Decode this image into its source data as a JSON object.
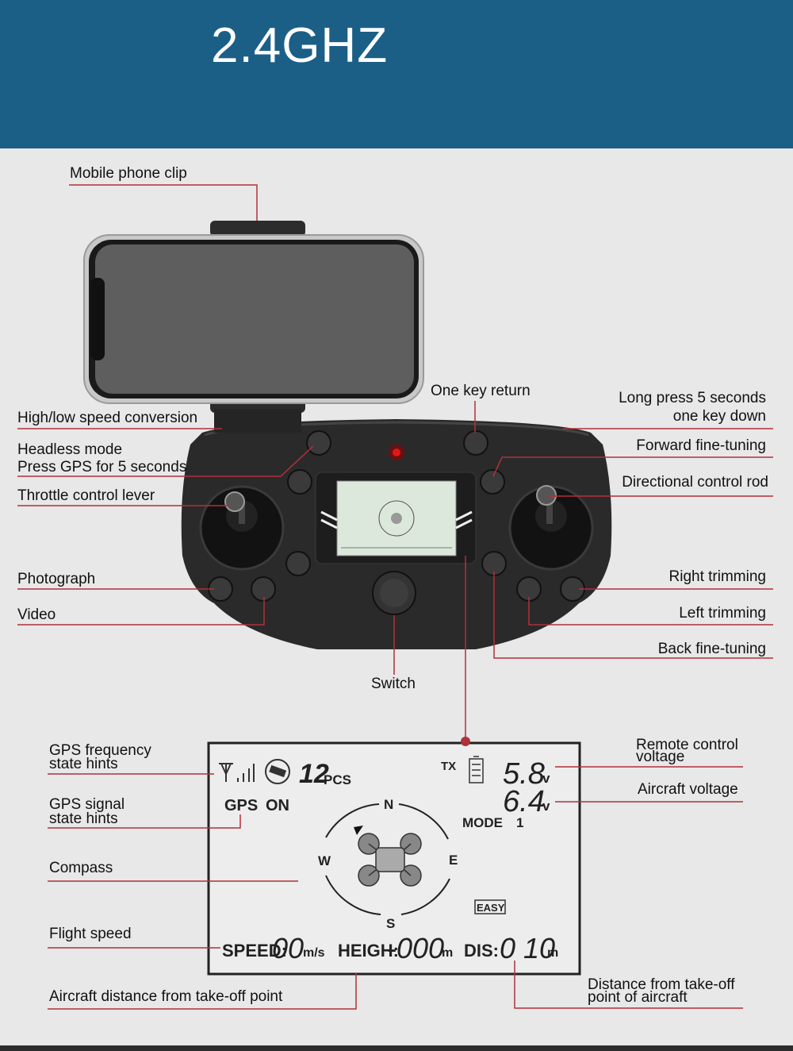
{
  "header": {
    "title": "2.4GHZ"
  },
  "labels": {
    "mobile_phone_clip": "Mobile phone clip",
    "one_key_return": "One key return",
    "long_press_line1": "Long press 5 seconds",
    "long_press_line2": "one key down",
    "high_low_speed": "High/low speed conversion",
    "headless_line1": "Headless mode",
    "headless_line2": "Press GPS for 5 seconds",
    "forward_fine_tuning": "Forward fine-tuning",
    "throttle_lever": "Throttle control lever",
    "directional_rod": "Directional control rod",
    "photograph": "Photograph",
    "right_trimming": "Right trimming",
    "video": "Video",
    "left_trimming": "Left trimming",
    "back_fine_tuning": "Back fine-tuning",
    "switch": "Switch",
    "gps_freq_line1": "GPS frequency",
    "gps_freq_line2": "state hints",
    "gps_signal_line1": "GPS signal",
    "gps_signal_line2": "state hints",
    "compass": "Compass",
    "flight_speed": "Flight speed",
    "aircraft_distance": "Aircraft distance from take-off point",
    "remote_voltage_line1": "Remote control",
    "remote_voltage_line2": "voltage",
    "aircraft_voltage": "Aircraft voltage",
    "distance_line1": "Distance from take-off",
    "distance_line2": "point of aircraft"
  },
  "lcd": {
    "gps_count": "12",
    "pcs": "PCS",
    "gps": "GPS",
    "on": "ON",
    "tx": "TX",
    "remote_voltage": "5.8",
    "aircraft_voltage": "6.4",
    "volt_unit": "v",
    "mode_label": "MODE",
    "mode_value": "1",
    "north": "N",
    "south": "S",
    "east": "E",
    "west": "W",
    "easy": "EASY",
    "speed_label": "SPEED:",
    "speed_value": "00",
    "speed_unit": "m/s",
    "height_label": "HEIGH:",
    "height_value": "-000",
    "height_unit": "m",
    "dis_label": "DIS:",
    "dis_value": "0 10",
    "dis_unit": "m"
  },
  "colors": {
    "header_bg": "#1b5f87",
    "leader_line": "#b0313a",
    "controller_body": "#2a2a2a",
    "lcd_screen": "#dde8dc"
  }
}
